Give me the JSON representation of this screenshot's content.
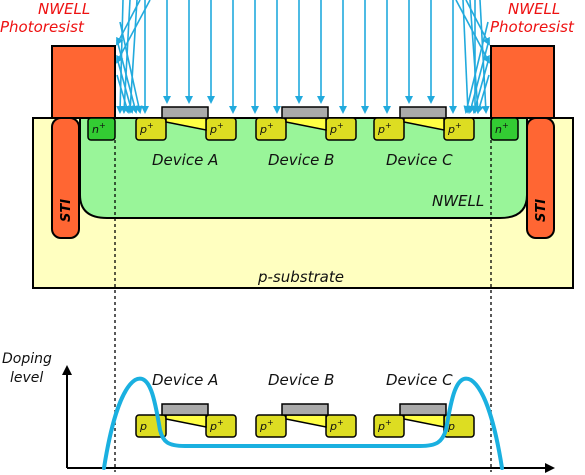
{
  "labels": {
    "photoresist_left_1": "NWELL",
    "photoresist_left_2": "Photoresist",
    "photoresist_right_1": "NWELL",
    "photoresist_right_2": "Photoresist",
    "sti_left": "STI",
    "sti_right": "STI",
    "nwell": "NWELL",
    "substrate": "p-substrate",
    "n_plus": "n",
    "p_plus": "p",
    "plus_sup": "+",
    "device_a": "Device A",
    "device_b": "Device B",
    "device_c": "Device C",
    "doping_1": "Doping",
    "doping_2": "level"
  },
  "colors": {
    "photoresist": "#ff6633",
    "substrate": "#ffffc0",
    "nwell": "#99f599",
    "n_plus_region": "#33cc33",
    "p_plus_region": "#dddd22",
    "gate": "#aaaaaa",
    "channel": "#ffff44",
    "implant_arrows": "#22aadd",
    "doping_curve": "#1ab0e0",
    "title_red": "#ee1111"
  }
}
